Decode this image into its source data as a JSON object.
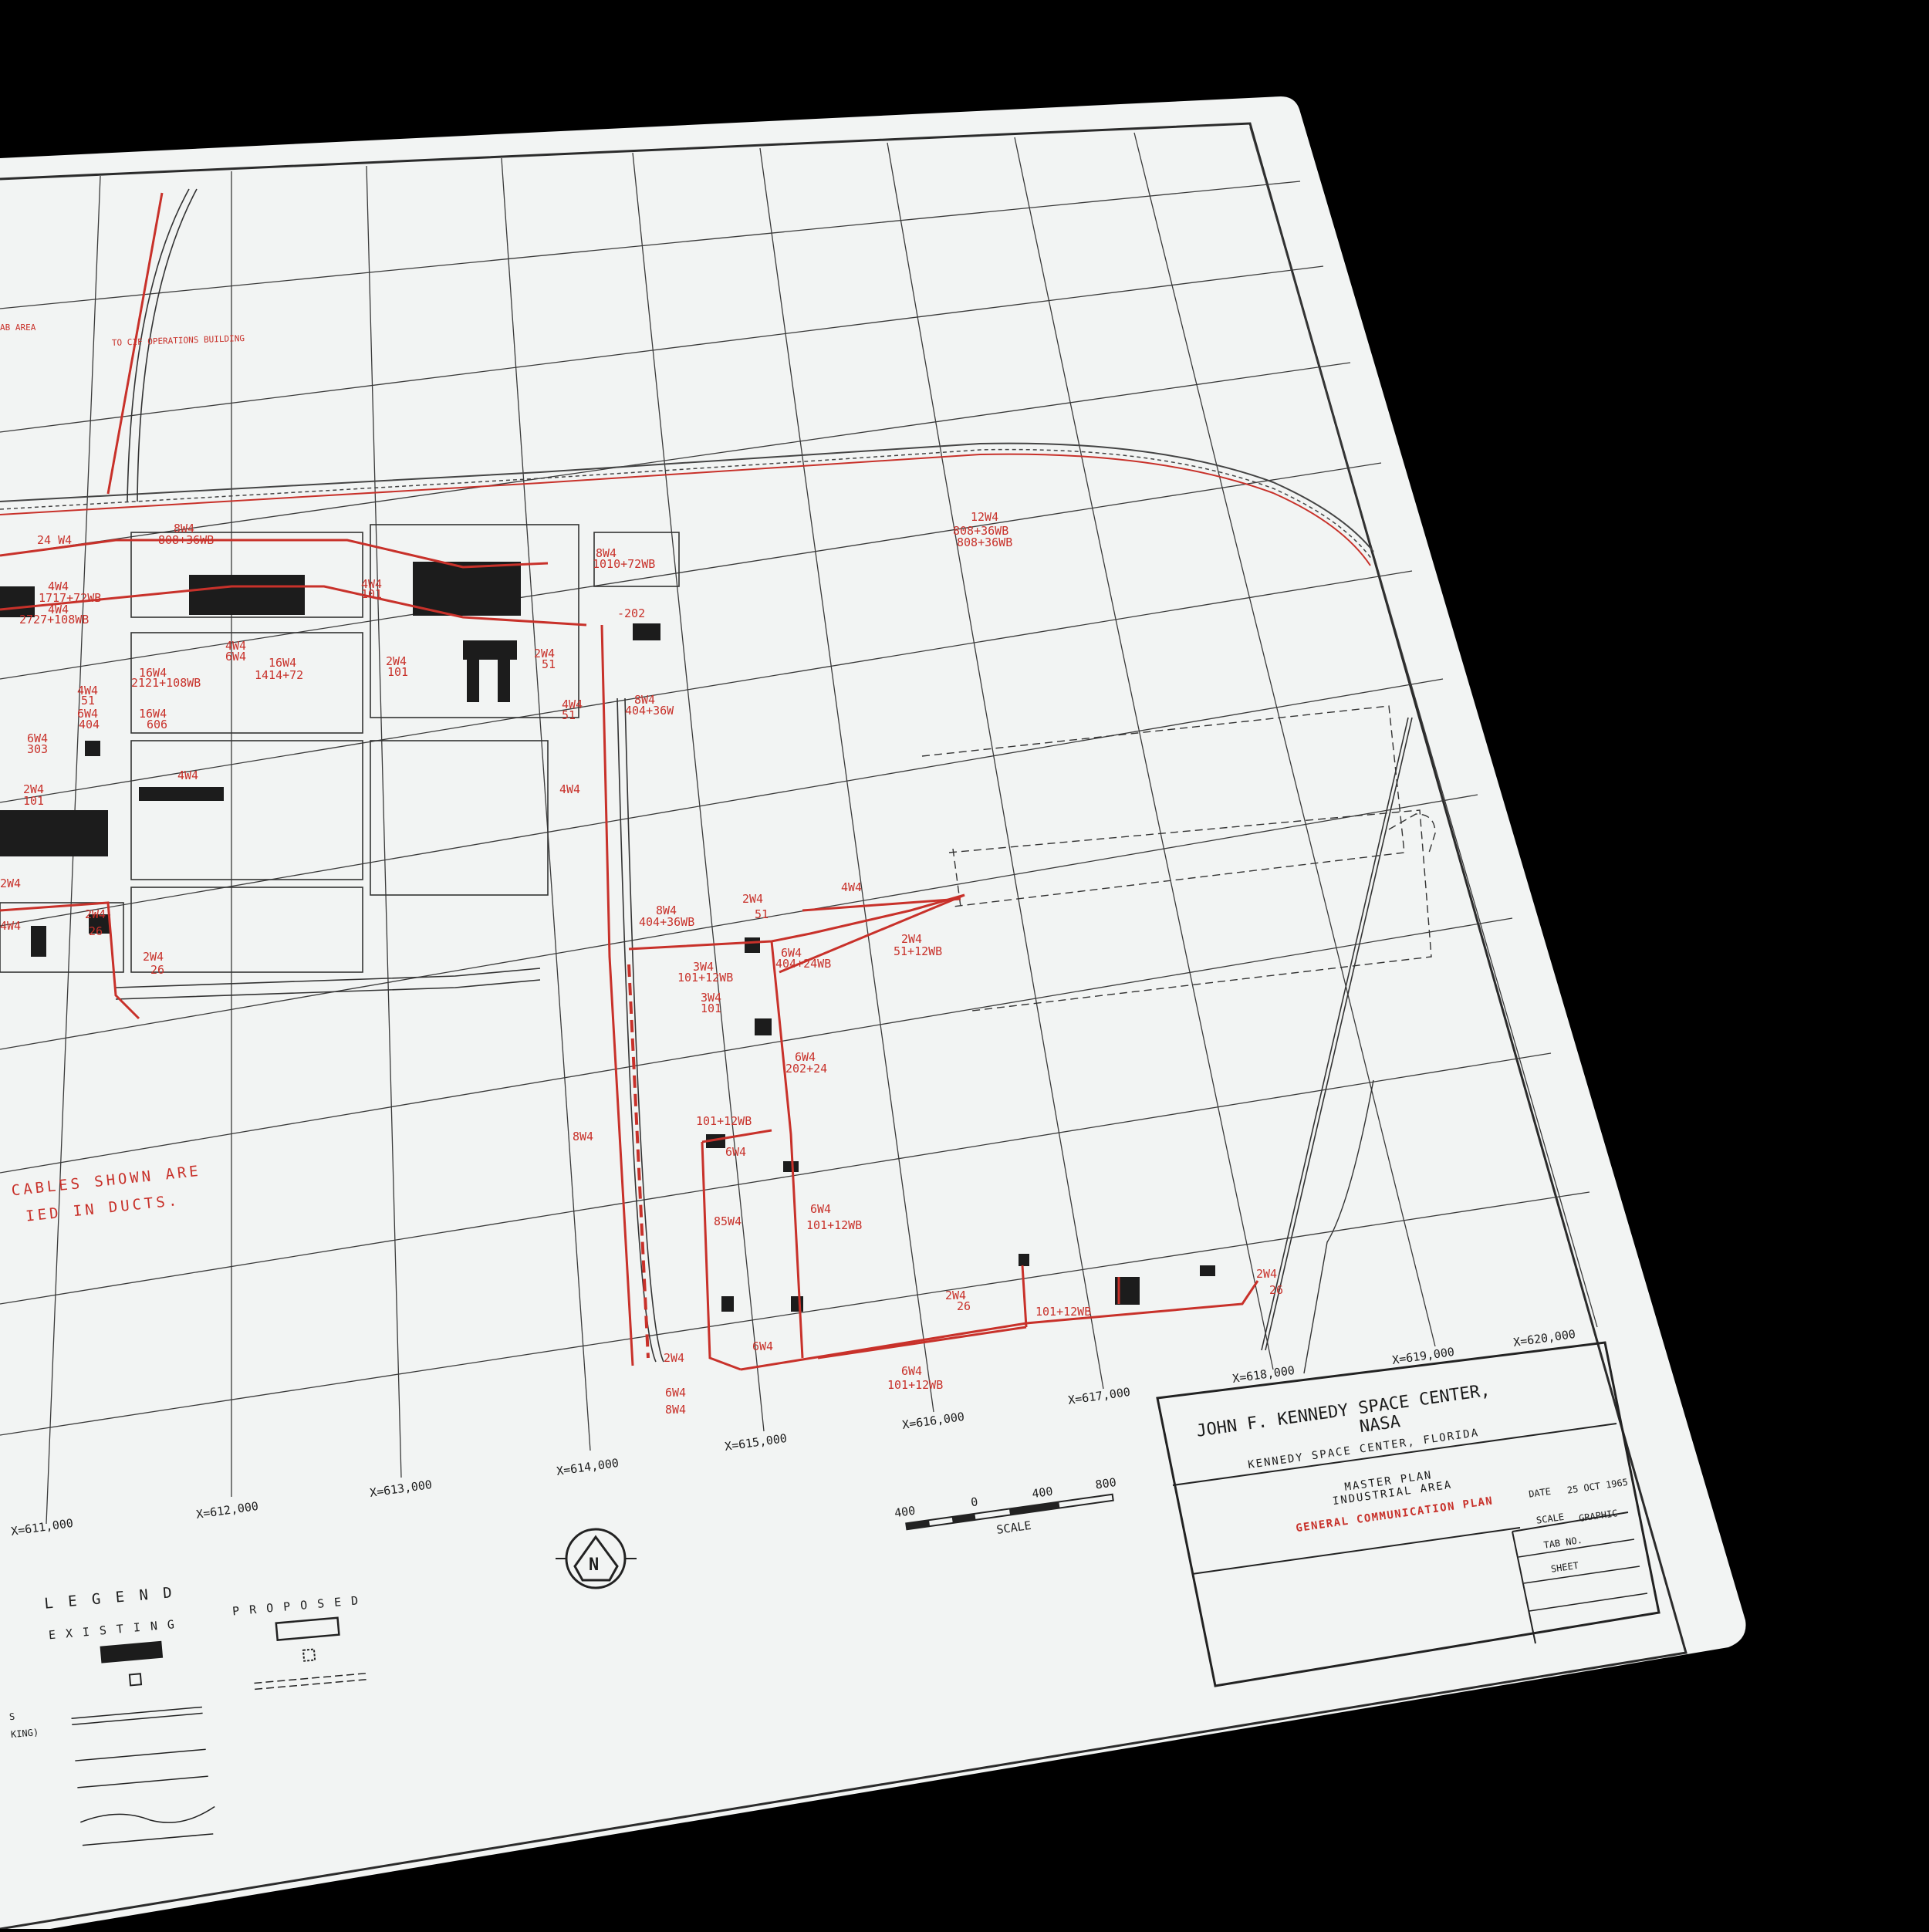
{
  "title_block": {
    "title_line1": "JOHN F. KENNEDY SPACE CENTER,",
    "title_line2": "NASA",
    "location": "KENNEDY SPACE CENTER, FLORIDA",
    "plan_line1": "MASTER PLAN",
    "plan_line2": "INDUSTRIAL AREA",
    "plan_name": "GENERAL COMMUNICATION PLAN",
    "date_label": "DATE",
    "date_value": "25 OCT 1965",
    "scale_label": "SCALE",
    "scale_value": "GRAPHIC",
    "tab_label": "TAB NO.",
    "sheet_label": "SHEET"
  },
  "scale_bar": {
    "ticks": [
      "400",
      "0",
      "400",
      "800"
    ],
    "label": "SCALE"
  },
  "north_arrow": {
    "letter": "N"
  },
  "legend": {
    "title": "L E G E N D",
    "existing": "E X I S T I N G",
    "proposed": "P R O P O S E D",
    "row_fragment_1": "S",
    "row_fragment_2": "KING)"
  },
  "note": {
    "line1": "CABLES SHOWN ARE",
    "line2": "IED IN DUCTS."
  },
  "area_notes": {
    "lab_area": "AB AREA",
    "cif": "TO CIF OPERATIONS BUILDING"
  },
  "coordinates": [
    "X=611,000",
    "X=612,000",
    "X=613,000",
    "X=614,000",
    "X=615,000",
    "X=616,000",
    "X=617,000",
    "X=618,000",
    "X=619,000",
    "X=620,000"
  ],
  "cable_labels": [
    "24 W4",
    "8W4",
    "808+36WB",
    "4W4",
    "1717+72WB",
    "4W4",
    "2727+108WB",
    "4W4",
    "101",
    "4W4",
    "6W4",
    "16W4",
    "1414+72",
    "16W4",
    "2121+108WB",
    "2W4",
    "101",
    "2W4",
    "51",
    "4W4",
    "51",
    "6W4",
    "404",
    "16W4",
    "606",
    "6W4",
    "303",
    "4W4",
    "2W4",
    "101",
    "4W4",
    "51",
    "4W4",
    "2W4",
    "4W4",
    "2W4",
    "26",
    "2W4",
    "26",
    "8W4",
    "1010+72WB",
    "-202",
    "8W4",
    "404+36W",
    "12W4",
    "808+36WB",
    "808+36WB",
    "8W4",
    "404+36WB",
    "2W4",
    "51",
    "4W4",
    "2W4",
    "51+12WB",
    "6W4",
    "404+24WB",
    "3W4",
    "101+12WB",
    "3W4",
    "101",
    "6W4",
    "202+24",
    "101+12WB",
    "6W4",
    "8W4",
    "6W4",
    "101+12WB",
    "85W4",
    "2W4",
    "6W4",
    "6W4",
    "101+12WB",
    "6W4",
    "8W4",
    "2W4",
    "26",
    "101+12WB",
    "2W4",
    "26"
  ],
  "colors": {
    "paper": "#f2f4f3",
    "line": "#2b2b2b",
    "cable_red": "#c8312a",
    "background": "#000000"
  }
}
